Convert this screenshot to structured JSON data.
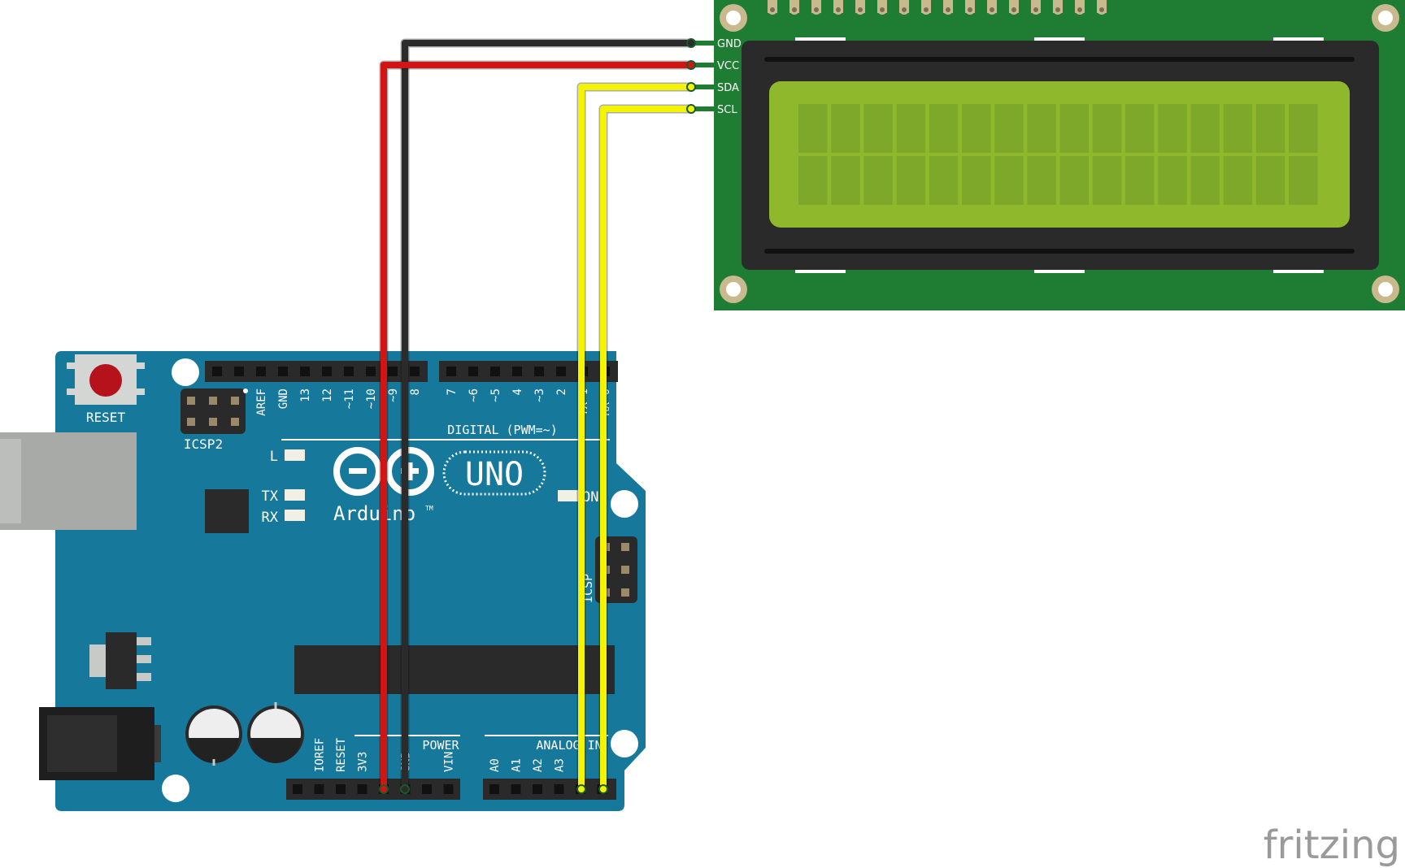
{
  "watermark": "fritzing",
  "arduino": {
    "reset_label": "RESET",
    "icsp2_label": "ICSP2",
    "icsp_label": "ICSP",
    "digital_label": "DIGITAL (PWM=~)",
    "power_label": "POWER",
    "analog_label": "ANALOG IN",
    "led_l": "L",
    "led_tx": "TX",
    "led_rx": "RX",
    "led_on": "ON",
    "logo_text": "Arduino",
    "logo_tm": "TM",
    "model": "UNO",
    "digital_pins": [
      "AREF",
      "GND",
      "13",
      "12",
      "~11",
      "~10",
      "~9",
      "8",
      "7",
      "~6",
      "~5",
      "4",
      "~3",
      "2",
      "TX 1",
      "RX 0"
    ],
    "power_pins": [
      "IOREF",
      "RESET",
      "3V3",
      "5V",
      "GND",
      "GND",
      "VIN"
    ],
    "analog_pins": [
      "A0",
      "A1",
      "A2",
      "A3",
      "A4",
      "A5"
    ]
  },
  "lcd": {
    "pins": [
      "GND",
      "VCC",
      "SDA",
      "SCL"
    ],
    "rows": 2,
    "cols": 16
  },
  "wires": [
    {
      "name": "gnd",
      "from": "GND",
      "to": "GND",
      "color": "#2b2b2b"
    },
    {
      "name": "vcc",
      "from": "5V",
      "to": "VCC",
      "color": "#d11414"
    },
    {
      "name": "sda",
      "from": "A4",
      "to": "SDA",
      "color": "#f4f400"
    },
    {
      "name": "scl",
      "from": "A5",
      "to": "SCL",
      "color": "#f4f400"
    }
  ],
  "colors": {
    "arduino_board": "#16789a",
    "lcd_board": "#1e7d33",
    "lcd_screen": "#8fb82c",
    "lcd_bezel": "#2a2a2a"
  }
}
